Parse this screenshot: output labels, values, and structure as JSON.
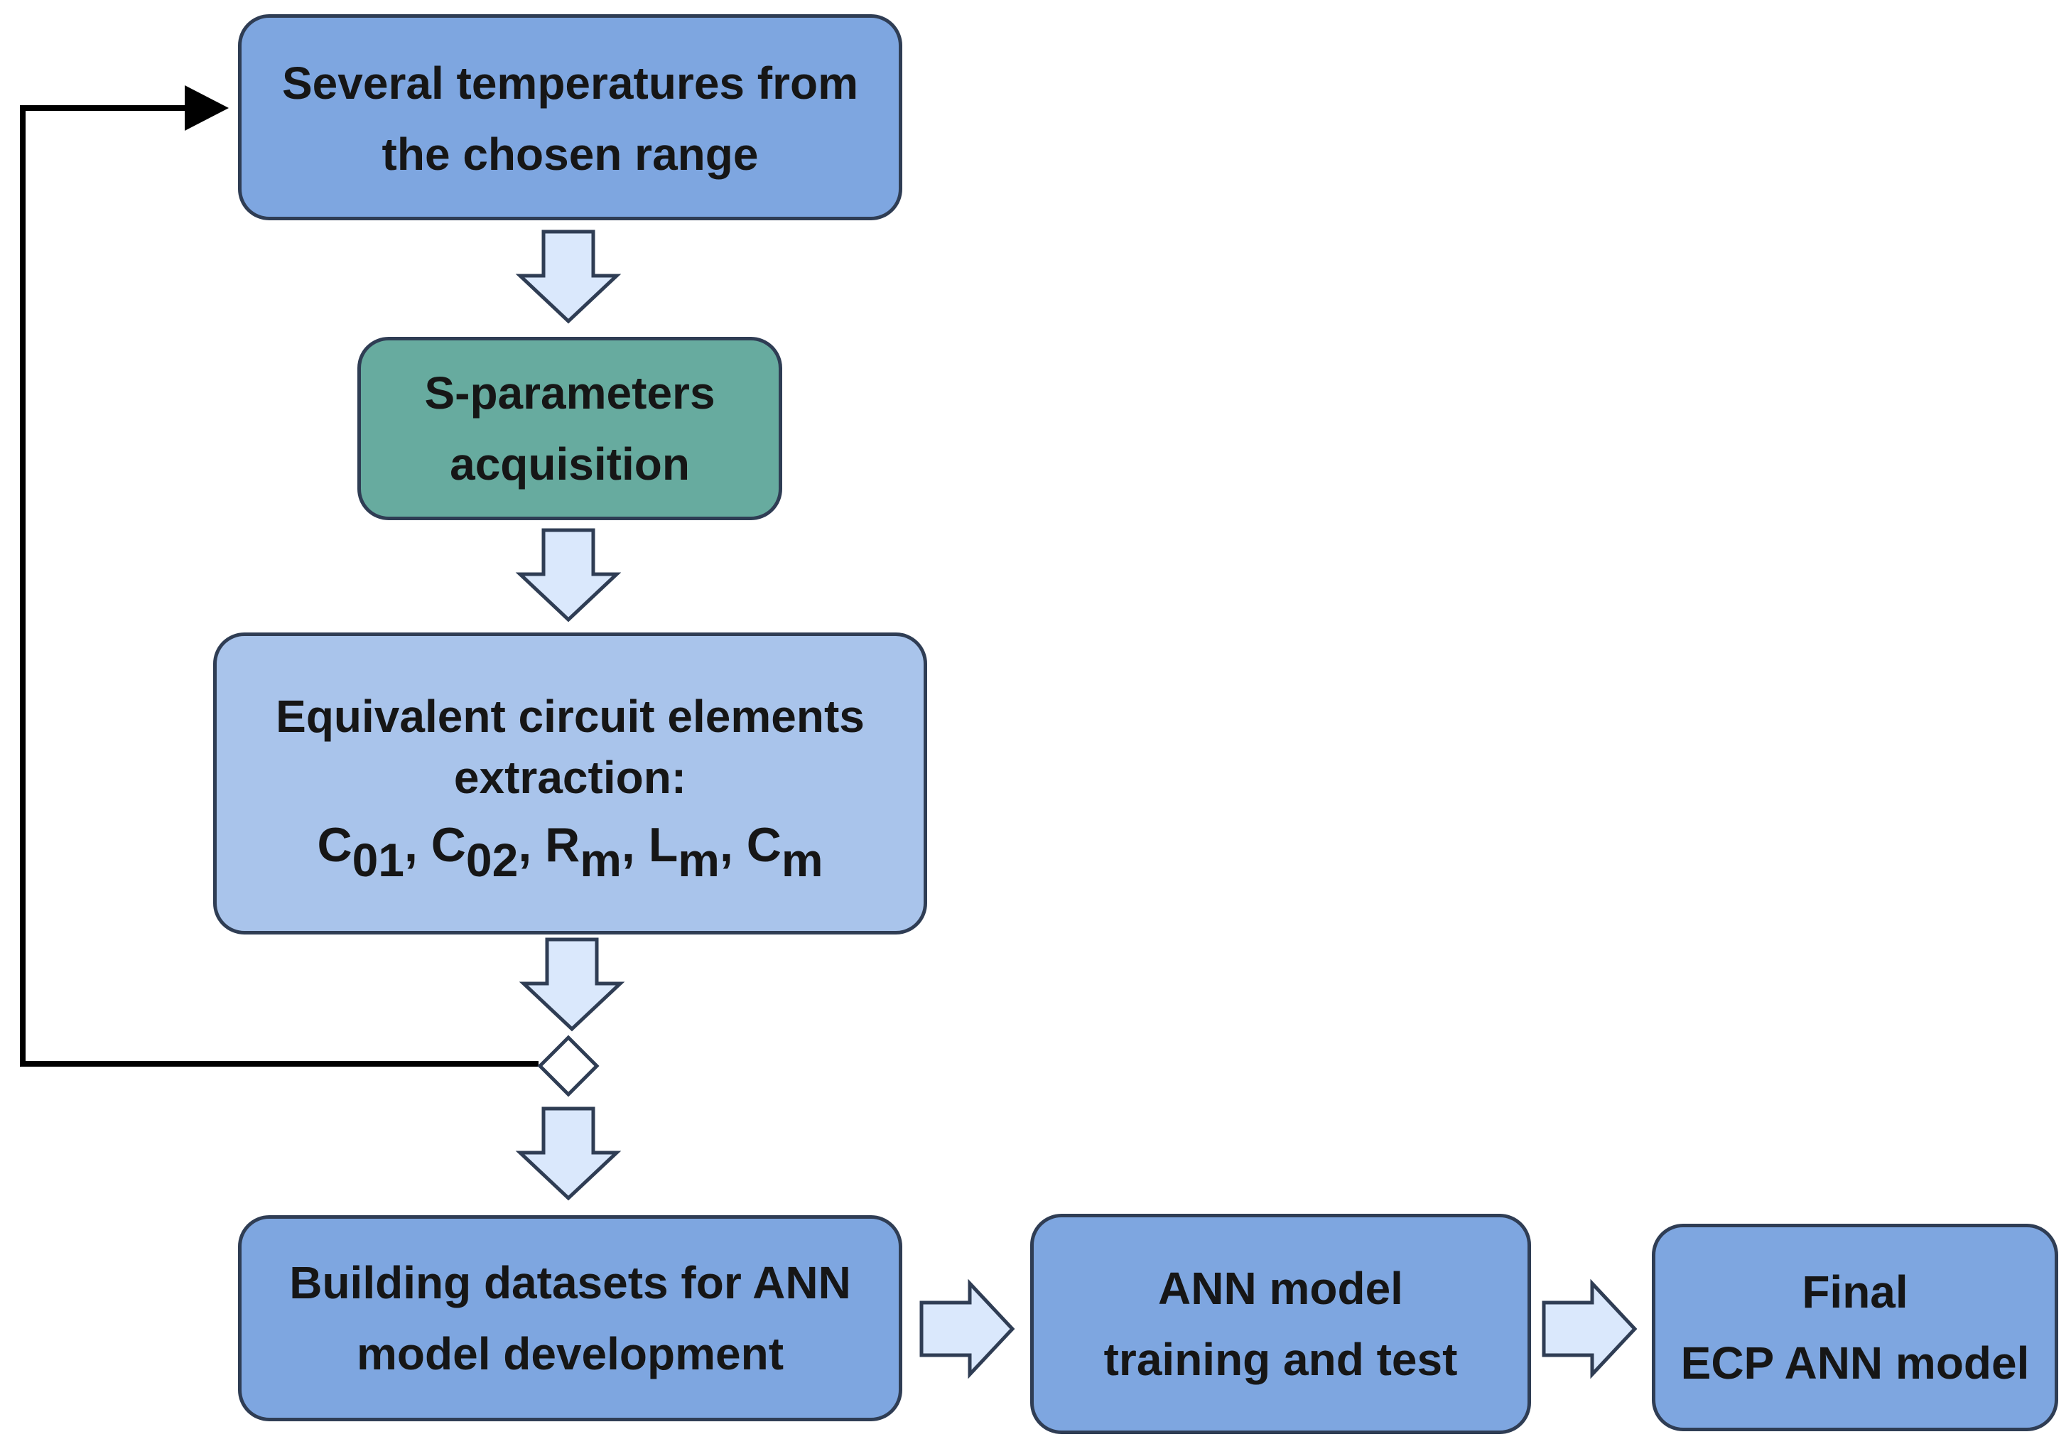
{
  "diagram": {
    "nodes": {
      "temperatures": {
        "lines": [
          "Several temperatures from",
          "the chosen range"
        ]
      },
      "sparams": {
        "lines": [
          "S-parameters",
          "acquisition"
        ]
      },
      "extraction": {
        "lines": [
          "Equivalent circuit elements",
          "extraction:"
        ],
        "symbols": [
          {
            "base": "C",
            "sub": "01",
            "sep": ", "
          },
          {
            "base": "C",
            "sub": "02",
            "sep": ", "
          },
          {
            "base": "R",
            "sub": "m",
            "sep": ", "
          },
          {
            "base": "L",
            "sub": "m",
            "sep": ", "
          },
          {
            "base": "C",
            "sub": "m",
            "sep": ""
          }
        ]
      },
      "datasets": {
        "lines": [
          "Building datasets for ANN",
          "model development"
        ]
      },
      "training": {
        "lines": [
          "ANN model",
          "training and test"
        ]
      },
      "final": {
        "lines": [
          "Final",
          "ECP ANN model"
        ]
      }
    },
    "edges": [
      {
        "from": "temperatures",
        "to": "sparams"
      },
      {
        "from": "sparams",
        "to": "extraction"
      },
      {
        "from": "extraction",
        "to": "decision"
      },
      {
        "from": "decision",
        "to": "temperatures"
      },
      {
        "from": "decision",
        "to": "datasets"
      },
      {
        "from": "datasets",
        "to": "training"
      },
      {
        "from": "training",
        "to": "final"
      }
    ],
    "colors": {
      "primary_box": "#7ea6e0",
      "light_box": "#a9c4eb",
      "green_box": "#67ab9f",
      "box_border": "#2f3d54",
      "block_arrow_fill": "#dae8fc",
      "block_arrow_stroke": "#2f3d54",
      "loop_line": "#000000"
    }
  }
}
